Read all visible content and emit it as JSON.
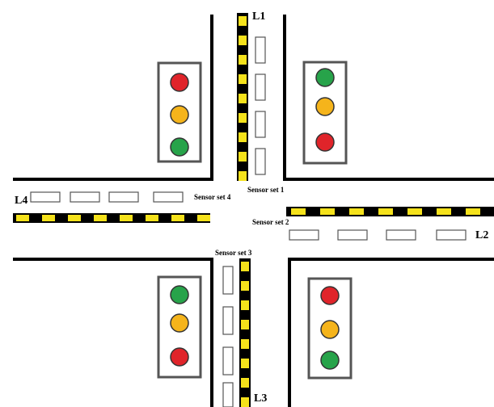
{
  "lanes": {
    "l1": "L1",
    "l2": "L2",
    "l3": "L3",
    "l4": "L4"
  },
  "sensors": {
    "s1": "Sensor set 1",
    "s2": "Sensor set 2",
    "s3": "Sensor set 3",
    "s4": "Sensor set 4"
  },
  "traffic_lights": [
    {
      "id": "top-left",
      "lamps": [
        "red",
        "amber",
        "green"
      ]
    },
    {
      "id": "top-right",
      "lamps": [
        "green",
        "amber",
        "red"
      ]
    },
    {
      "id": "bottom-left",
      "lamps": [
        "green",
        "amber",
        "red"
      ]
    },
    {
      "id": "bottom-right",
      "lamps": [
        "red",
        "amber",
        "green"
      ]
    }
  ],
  "colors": {
    "red": "#e0242a",
    "amber": "#f5b41b",
    "green": "#27a34a",
    "stripe_yellow": "#f5e21b",
    "stripe_black": "#000000"
  }
}
